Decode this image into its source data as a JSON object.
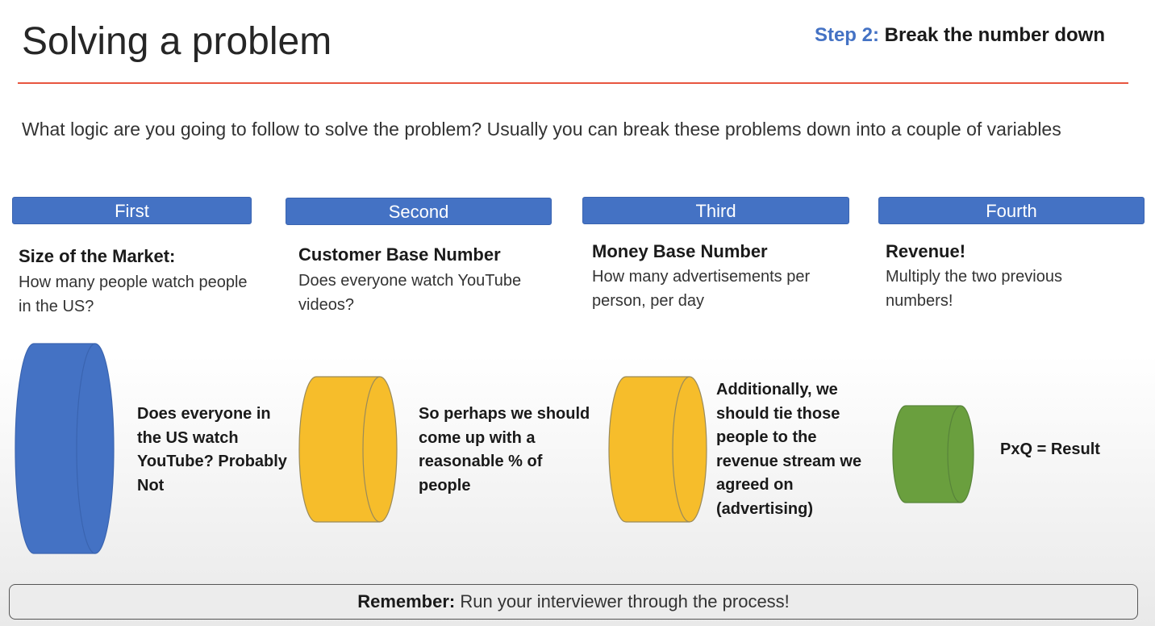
{
  "slide": {
    "title": "Solving a problem",
    "step_label": "Step 2:",
    "step_text": "Break the number down",
    "intro": "What logic are you going to follow to solve the problem? Usually you can break these problems down into a couple of variables"
  },
  "columns": [
    {
      "header": "First",
      "title": "Size of the Market:",
      "desc": "How many people watch people in the US?",
      "note": "Does everyone in the US watch YouTube? Probably Not",
      "shape_color": "#4472c4"
    },
    {
      "header": "Second",
      "title": "Customer Base Number",
      "desc": "Does everyone watch YouTube videos?",
      "note": "So perhaps we should come up with a reasonable % of people",
      "shape_color": "#f6bd2b"
    },
    {
      "header": "Third",
      "title": "Money Base Number",
      "desc": "How many advertisements per person, per day",
      "note": "Additionally, we should tie those people to the revenue stream we agreed on (advertising)",
      "shape_color": "#f6bd2b"
    },
    {
      "header": "Fourth",
      "title": "Revenue!",
      "desc": "Multiply the two previous numbers!",
      "note": "PxQ = Result",
      "shape_color": "#6a9f3e"
    }
  ],
  "footer": {
    "bold": "Remember:",
    "text": " Run your interviewer through the process!"
  },
  "colors": {
    "accent_blue": "#4472c4",
    "rule_red": "#e8553f",
    "gold": "#f6bd2b",
    "green": "#6a9f3e"
  }
}
